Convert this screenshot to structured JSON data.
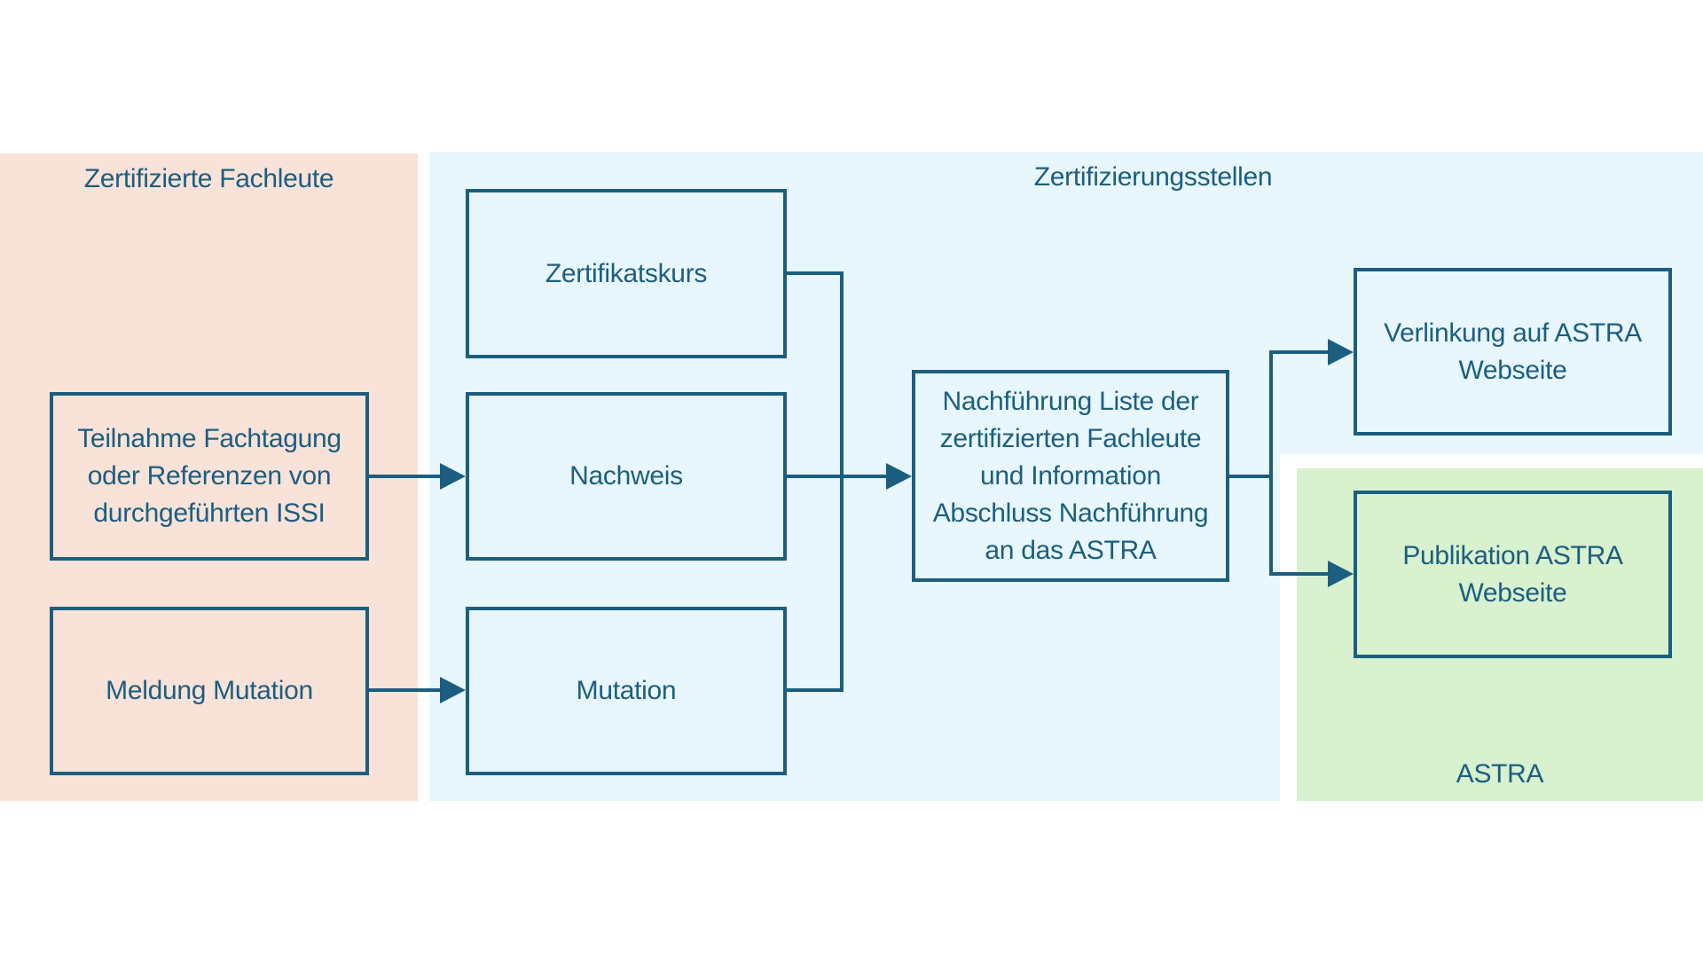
{
  "diagram": {
    "type": "process-flow",
    "lanes": [
      {
        "id": "fachleute",
        "title": "Zertifizierte Fachleute",
        "color": "#f9e2d8"
      },
      {
        "id": "stellen",
        "title": "Zertifizierungsstellen",
        "color": "#e8f7fd"
      },
      {
        "id": "astra",
        "title": "ASTRA",
        "color": "#d8f1cf"
      }
    ],
    "nodes": {
      "teilnahme": "Teilnahme Fachtagung\noder Referenzen von\ndurchgeführten ISSI",
      "meldung": "Meldung Mutation",
      "zertifikatskurs": "Zertifikatskurs",
      "nachweis": "Nachweis",
      "mutation": "Mutation",
      "nachfuehrung": "Nachführung Liste der\nzertifizierten Fachleute\nund Information\nAbschluss Nachführung\nan das ASTRA",
      "verlinkung": "Verlinkung auf ASTRA\nWebseite",
      "publikation": "Publikation ASTRA\nWebseite"
    },
    "edges": [
      {
        "from": "teilnahme",
        "to": "nachweis"
      },
      {
        "from": "meldung",
        "to": "mutation"
      },
      {
        "from": "zertifikatskurs",
        "to": "nachfuehrung"
      },
      {
        "from": "nachweis",
        "to": "nachfuehrung"
      },
      {
        "from": "mutation",
        "to": "nachfuehrung"
      },
      {
        "from": "nachfuehrung",
        "to": "verlinkung"
      },
      {
        "from": "nachfuehrung",
        "to": "publikation"
      }
    ],
    "stroke_color": "#1b5e80"
  }
}
